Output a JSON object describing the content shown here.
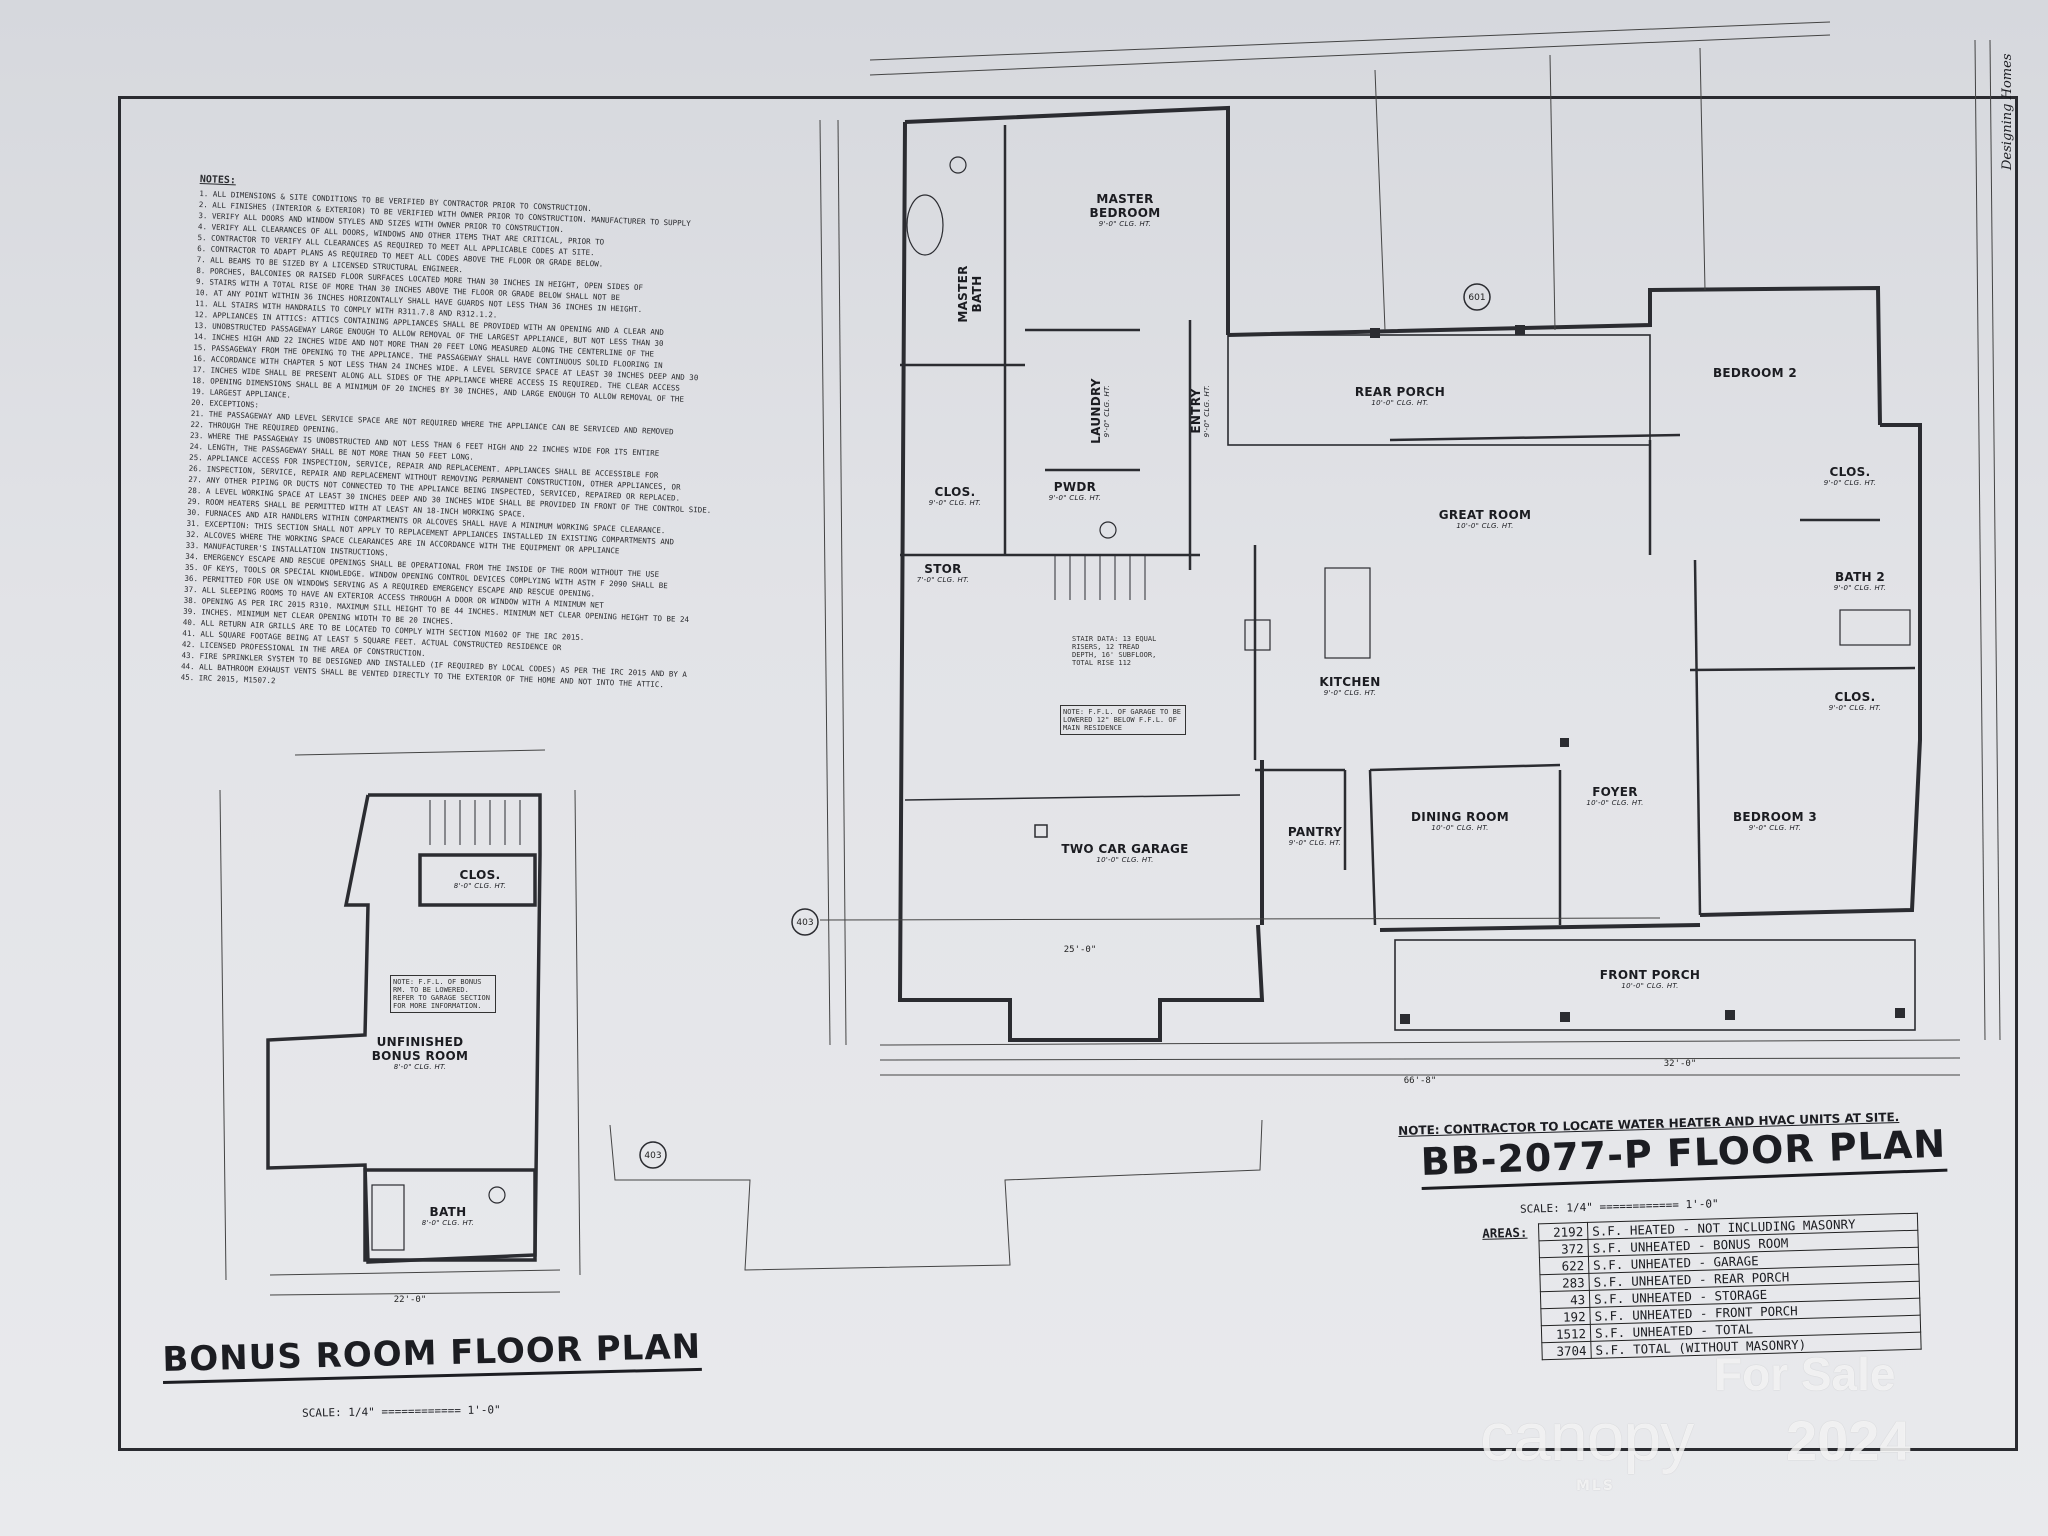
{
  "notes": {
    "title": "NOTES:",
    "items": [
      "1. ALL DIMENSIONS & SITE CONDITIONS TO BE VERIFIED BY CONTRACTOR PRIOR TO CONSTRUCTION.",
      "2. ALL FINISHES (INTERIOR & EXTERIOR) TO BE VERIFIED WITH OWNER PRIOR TO CONSTRUCTION. MANUFACTURER TO SUPPLY",
      "3. VERIFY ALL DOORS AND WINDOW STYLES AND SIZES WITH OWNER PRIOR TO CONSTRUCTION.",
      "4. VERIFY ALL CLEARANCES OF ALL DOORS, WINDOWS AND OTHER ITEMS THAT ARE CRITICAL, PRIOR TO",
      "5. CONTRACTOR TO VERIFY ALL CLEARANCES AS REQUIRED TO MEET ALL APPLICABLE CODES AT SITE.",
      "6. CONTRACTOR TO ADAPT PLANS AS REQUIRED TO MEET ALL CODES ABOVE THE FLOOR OR GRADE BELOW.",
      "7. ALL BEAMS TO BE SIZED BY A LICENSED STRUCTURAL ENGINEER.",
      "8. PORCHES, BALCONIES OR RAISED FLOOR SURFACES LOCATED MORE THAN 30 INCHES IN HEIGHT, OPEN SIDES OF",
      "9. STAIRS WITH A TOTAL RISE OF MORE THAN 30 INCHES ABOVE THE FLOOR OR GRADE BELOW SHALL NOT BE",
      "10. AT ANY POINT WITHIN 36 INCHES HORIZONTALLY SHALL HAVE GUARDS NOT LESS THAN 36 INCHES IN HEIGHT.",
      "11. ALL STAIRS WITH HANDRAILS TO COMPLY WITH R311.7.8 AND R312.1.2.",
      "12. APPLIANCES IN ATTICS: ATTICS CONTAINING APPLIANCES SHALL BE PROVIDED WITH AN OPENING AND A CLEAR AND",
      "13. UNOBSTRUCTED PASSAGEWAY LARGE ENOUGH TO ALLOW REMOVAL OF THE LARGEST APPLIANCE, BUT NOT LESS THAN 30",
      "14. INCHES HIGH AND 22 INCHES WIDE AND NOT MORE THAN 20 FEET LONG MEASURED ALONG THE CENTERLINE OF THE",
      "15. PASSAGEWAY FROM THE OPENING TO THE APPLIANCE. THE PASSAGEWAY SHALL HAVE CONTINUOUS SOLID FLOORING IN",
      "16. ACCORDANCE WITH CHAPTER 5 NOT LESS THAN 24 INCHES WIDE. A LEVEL SERVICE SPACE AT LEAST 30 INCHES DEEP AND 30",
      "17. INCHES WIDE SHALL BE PRESENT ALONG ALL SIDES OF THE APPLIANCE WHERE ACCESS IS REQUIRED. THE CLEAR ACCESS",
      "18. OPENING DIMENSIONS SHALL BE A MINIMUM OF 20 INCHES BY 30 INCHES, AND LARGE ENOUGH TO ALLOW REMOVAL OF THE",
      "19. LARGEST APPLIANCE.",
      "20. EXCEPTIONS:",
      "21. THE PASSAGEWAY AND LEVEL SERVICE SPACE ARE NOT REQUIRED WHERE THE APPLIANCE CAN BE SERVICED AND REMOVED",
      "22. THROUGH THE REQUIRED OPENING.",
      "23. WHERE THE PASSAGEWAY IS UNOBSTRUCTED AND NOT LESS THAN 6 FEET HIGH AND 22 INCHES WIDE FOR ITS ENTIRE",
      "24. LENGTH, THE PASSAGEWAY SHALL BE NOT MORE THAN 50 FEET LONG.",
      "25. APPLIANCE ACCESS FOR INSPECTION, SERVICE, REPAIR AND REPLACEMENT. APPLIANCES SHALL BE ACCESSIBLE FOR",
      "26. INSPECTION, SERVICE, REPAIR AND REPLACEMENT WITHOUT REMOVING PERMANENT CONSTRUCTION, OTHER APPLIANCES, OR",
      "27. ANY OTHER PIPING OR DUCTS NOT CONNECTED TO THE APPLIANCE BEING INSPECTED, SERVICED, REPAIRED OR REPLACED.",
      "28. A LEVEL WORKING SPACE AT LEAST 30 INCHES DEEP AND 30 INCHES WIDE SHALL BE PROVIDED IN FRONT OF THE CONTROL SIDE.",
      "29. ROOM HEATERS SHALL BE PERMITTED WITH AT LEAST AN 18-INCH WORKING SPACE.",
      "30. FURNACES AND AIR HANDLERS WITHIN COMPARTMENTS OR ALCOVES SHALL HAVE A MINIMUM WORKING SPACE CLEARANCE.",
      "31. EXCEPTION: THIS SECTION SHALL NOT APPLY TO REPLACEMENT APPLIANCES INSTALLED IN EXISTING COMPARTMENTS AND",
      "32. ALCOVES WHERE THE WORKING SPACE CLEARANCES ARE IN ACCORDANCE WITH THE EQUIPMENT OR APPLIANCE",
      "33. MANUFACTURER'S INSTALLATION INSTRUCTIONS.",
      "34. EMERGENCY ESCAPE AND RESCUE OPENINGS SHALL BE OPERATIONAL FROM THE INSIDE OF THE ROOM WITHOUT THE USE",
      "35. OF KEYS, TOOLS OR SPECIAL KNOWLEDGE. WINDOW OPENING CONTROL DEVICES COMPLYING WITH ASTM F 2090 SHALL BE",
      "36. PERMITTED FOR USE ON WINDOWS SERVING AS A REQUIRED EMERGENCY ESCAPE AND RESCUE OPENING.",
      "37. ALL SLEEPING ROOMS TO HAVE AN EXTERIOR ACCESS THROUGH A DOOR OR WINDOW WITH A MINIMUM NET",
      "38. OPENING AS PER IRC 2015 R310. MAXIMUM SILL HEIGHT TO BE 44 INCHES. MINIMUM NET CLEAR OPENING HEIGHT TO BE 24",
      "39. INCHES. MINIMUM NET CLEAR OPENING WIDTH TO BE 20 INCHES.",
      "40. ALL RETURN AIR GRILLS ARE TO BE LOCATED TO COMPLY WITH SECTION M1602 OF THE IRC 2015.",
      "41. ALL SQUARE FOOTAGE BEING AT LEAST 5 SQUARE FEET. ACTUAL CONSTRUCTED RESIDENCE OR",
      "42. LICENSED PROFESSIONAL IN THE AREA OF CONSTRUCTION.",
      "43. FIRE SPRINKLER SYSTEM TO BE DESIGNED AND INSTALLED (IF REQUIRED BY LOCAL CODES) AS PER THE IRC 2015 AND BY A",
      "44. ALL BATHROOM EXHAUST VENTS SHALL BE VENTED DIRECTLY TO THE EXTERIOR OF THE HOME AND NOT INTO THE ATTIC.",
      "45. IRC 2015, M1507.2"
    ]
  },
  "main_rooms": [
    {
      "name": "MASTER BEDROOM",
      "ceiling": "9'-0\" CLG. HT."
    },
    {
      "name": "MASTER BATH",
      "ceiling": ""
    },
    {
      "name": "LAUNDRY",
      "ceiling": "9'-0\" CLG. HT."
    },
    {
      "name": "ENTRY",
      "ceiling": "9'-0\" CLG. HT."
    },
    {
      "name": "CLOS.",
      "ceiling": "9'-0\" CLG. HT."
    },
    {
      "name": "PWDR",
      "ceiling": "9'-0\" CLG. HT."
    },
    {
      "name": "STOR",
      "ceiling": "7'-0\" CLG. HT."
    },
    {
      "name": "REAR PORCH",
      "ceiling": "10'-0\" CLG. HT."
    },
    {
      "name": "BEDROOM 2",
      "ceiling": ""
    },
    {
      "name": "GREAT ROOM",
      "ceiling": "10'-0\" CLG. HT."
    },
    {
      "name": "CLOS.",
      "ceiling": "9'-0\" CLG. HT."
    },
    {
      "name": "BATH 2",
      "ceiling": "9'-0\" CLG. HT."
    },
    {
      "name": "KITCHEN",
      "ceiling": "9'-0\" CLG. HT."
    },
    {
      "name": "CLOS.",
      "ceiling": "9'-0\" CLG. HT."
    },
    {
      "name": "TWO CAR GARAGE",
      "ceiling": "10'-0\" CLG. HT."
    },
    {
      "name": "PANTRY",
      "ceiling": "9'-0\" CLG. HT."
    },
    {
      "name": "DINING ROOM",
      "ceiling": "10'-0\" CLG. HT."
    },
    {
      "name": "FOYER",
      "ceiling": "10'-0\" CLG. HT."
    },
    {
      "name": "BEDROOM 3",
      "ceiling": "9'-0\" CLG. HT."
    },
    {
      "name": "FRONT PORCH",
      "ceiling": "10'-0\" CLG. HT."
    }
  ],
  "bonus_rooms": [
    {
      "name": "CLOS.",
      "ceiling": "8'-0\" CLG. HT."
    },
    {
      "name": "UNFINISHED BONUS ROOM",
      "ceiling": "8'-0\" CLG. HT."
    },
    {
      "name": "BATH",
      "ceiling": "8'-0\" CLG. HT."
    }
  ],
  "bonus_note": "NOTE: F.F.L. OF BONUS RM. TO BE LOWERED. REFER TO GARAGE SECTION FOR MORE INFORMATION.",
  "garage_note": "NOTE: F.F.L. OF GARAGE TO BE LOWERED 12\" BELOW F.F.L. OF MAIN RESIDENCE",
  "stair_data": "STAIR DATA: 13 EQUAL RISERS, 12 TREAD DEPTH, 16' SUBFLOOR, TOTAL RISE 112",
  "markers": [
    "601",
    "403",
    "403"
  ],
  "dimensions": {
    "overall_width": "66'-8\"",
    "front": "32'-0\"",
    "garage_width": "25'-0\"",
    "bonus_width": "22'-0\""
  },
  "plan_title": "BB-2077-P FLOOR PLAN",
  "bonus_title": "BONUS ROOM FLOOR PLAN",
  "scale_main": "SCALE: 1/4\" ============ 1'-0\"",
  "scale_bonus": "SCALE: 1/4\" ============ 1'-0\"",
  "contractor_note": "NOTE: CONTRACTOR TO LOCATE WATER HEATER AND HVAC UNITS AT SITE.",
  "areas": {
    "label": "AREAS:",
    "rows": [
      {
        "value": "2192",
        "desc": "S.F. HEATED - NOT INCLUDING MASONRY"
      },
      {
        "value": "372",
        "desc": "S.F. UNHEATED - BONUS ROOM"
      },
      {
        "value": "622",
        "desc": "S.F. UNHEATED - GARAGE"
      },
      {
        "value": "283",
        "desc": "S.F. UNHEATED - REAR PORCH"
      },
      {
        "value": "43",
        "desc": "S.F. UNHEATED - STORAGE"
      },
      {
        "value": "192",
        "desc": "S.F. UNHEATED - FRONT PORCH"
      },
      {
        "value": "1512",
        "desc": "S.F. UNHEATED - TOTAL"
      },
      {
        "value": "3704",
        "desc": "S.F. TOTAL (WITHOUT MASONRY)"
      }
    ]
  },
  "watermark": {
    "for_sale": "For Sale",
    "brand": "canopy",
    "year": "2024",
    "mls": "MLS"
  },
  "brand_block": "Designing Homes"
}
